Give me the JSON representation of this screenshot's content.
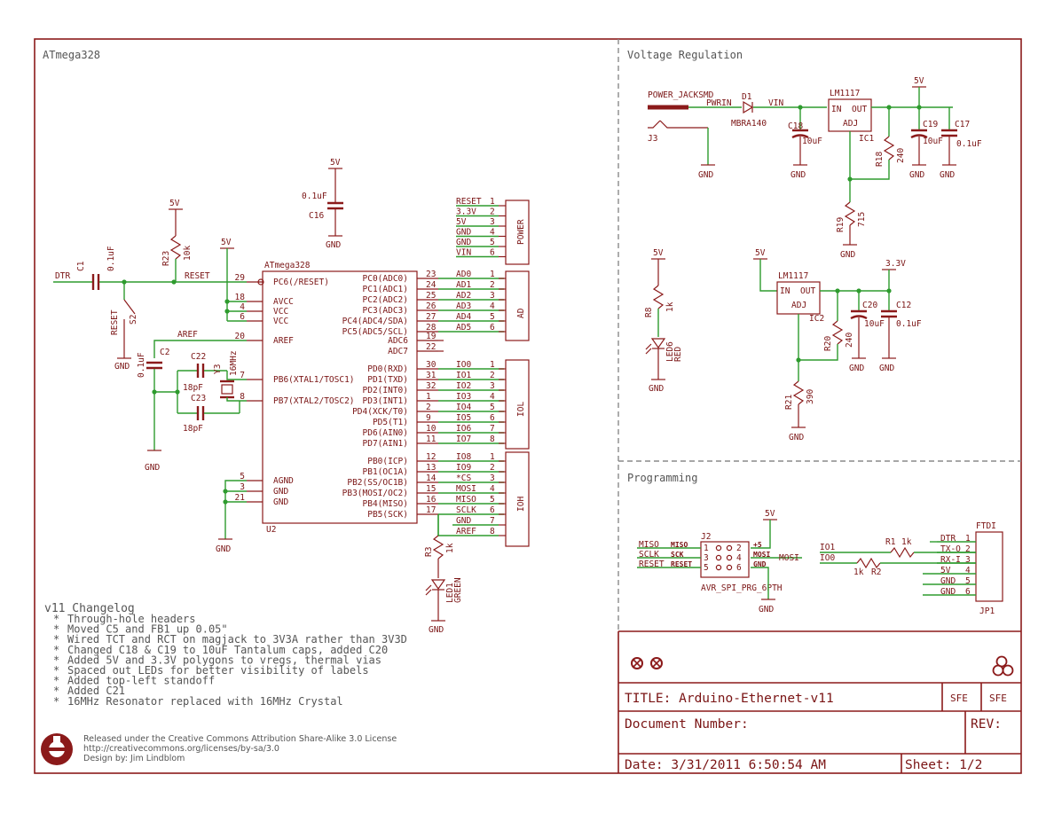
{
  "sections": {
    "atmega": "ATmega328",
    "vreg": "Voltage Regulation",
    "prog": "Programming"
  },
  "labels": {
    "v5": "5V",
    "v33": "3.3V",
    "gnd": "GND",
    "c1": "C1",
    "c1v": "0.1uF",
    "dtr": "DTR",
    "reset": "RESET",
    "s2": "S2",
    "r23": "R23",
    "r23v": "10k",
    "c2": "C2",
    "c2v": "0.1uF",
    "c22": "C22",
    "c23": "C23",
    "pf18": "18pF",
    "y3": "Y3",
    "mhz": "16MHz",
    "c16": "C16",
    "c16v": "0.1uF",
    "aref": "AREF",
    "r3": "R3",
    "r3v": "1k",
    "led1": "LED1",
    "green": "GREEN",
    "u2": "U2",
    "atmega328": "ATmega328"
  },
  "chip_left": [
    {
      "pin": "29",
      "name": "PC6(/RESET)"
    },
    {
      "pin": "18",
      "name": "AVCC"
    },
    {
      "pin": "4",
      "name": "VCC"
    },
    {
      "pin": "6",
      "name": "VCC"
    },
    {
      "pin": "20",
      "name": "AREF"
    },
    {
      "pin": "7",
      "name": "PB6(XTAL1/TOSC1)"
    },
    {
      "pin": "8",
      "name": "PB7(XTAL2/TOSC2)"
    },
    {
      "pin": "5",
      "name": "AGND"
    },
    {
      "pin": "3",
      "name": "GND"
    },
    {
      "pin": "21",
      "name": "GND"
    }
  ],
  "chip_right": [
    {
      "name": "PC0(ADC0)",
      "pin": "23",
      "net": "AD0"
    },
    {
      "name": "PC1(ADC1)",
      "pin": "24",
      "net": "AD1"
    },
    {
      "name": "PC2(ADC2)",
      "pin": "25",
      "net": "AD2"
    },
    {
      "name": "PC3(ADC3)",
      "pin": "26",
      "net": "AD3"
    },
    {
      "name": "PC4(ADC4/SDA)",
      "pin": "27",
      "net": "AD4"
    },
    {
      "name": "PC5(ADC5/SCL)",
      "pin": "28",
      "net": "AD5"
    },
    {
      "name": "ADC6",
      "pin": "19",
      "net": ""
    },
    {
      "name": "ADC7",
      "pin": "22",
      "net": ""
    },
    {
      "name": "PD0(RXD)",
      "pin": "30",
      "net": "IO0"
    },
    {
      "name": "PD1(TXD)",
      "pin": "31",
      "net": "IO1"
    },
    {
      "name": "PD2(INT0)",
      "pin": "32",
      "net": "IO2"
    },
    {
      "name": "PD3(INT1)",
      "pin": "1",
      "net": "IO3"
    },
    {
      "name": "PD4(XCK/T0)",
      "pin": "2",
      "net": "IO4"
    },
    {
      "name": "PD5(T1)",
      "pin": "9",
      "net": "IO5"
    },
    {
      "name": "PD6(AIN0)",
      "pin": "10",
      "net": "IO6"
    },
    {
      "name": "PD7(AIN1)",
      "pin": "11",
      "net": "IO7"
    },
    {
      "name": "PB0(ICP)",
      "pin": "12",
      "net": "IO8"
    },
    {
      "name": "PB1(OC1A)",
      "pin": "13",
      "net": "IO9"
    },
    {
      "name": "PB2(SS/OC1B)",
      "pin": "14",
      "net": "*CS"
    },
    {
      "name": "PB3(MOSI/OC2)",
      "pin": "15",
      "net": "MOSI"
    },
    {
      "name": "PB4(MISO)",
      "pin": "16",
      "net": "MISO"
    },
    {
      "name": "PB5(SCK)",
      "pin": "17",
      "net": "SCLK"
    }
  ],
  "headers": {
    "power": {
      "title": "POWER",
      "nets": [
        "RESET",
        "3.3V",
        "5V",
        "GND",
        "GND",
        "VIN"
      ],
      "pins": [
        "1",
        "2",
        "3",
        "4",
        "5",
        "6"
      ]
    },
    "ad": {
      "title": "AD",
      "pins": [
        "1",
        "2",
        "3",
        "4",
        "5",
        "6"
      ]
    },
    "iol": {
      "title": "IOL",
      "pins": [
        "1",
        "2",
        "3",
        "4",
        "5",
        "6",
        "7",
        "8"
      ]
    },
    "ioh": {
      "title": "IOH",
      "pins": [
        "1",
        "2",
        "3",
        "4",
        "5",
        "6",
        "7",
        "8"
      ],
      "extra_nets": [
        "GND",
        "AREF"
      ]
    }
  },
  "vreg": {
    "power_jack": "POWER_JACKSMD",
    "pwrin": "PWRIN",
    "vin": "VIN",
    "d1": "D1",
    "d1v": "MBRA140",
    "j3": "J3",
    "lm1117": "LM1117",
    "in": "IN",
    "out": "OUT",
    "adj": "ADJ",
    "ic1": "IC1",
    "ic2": "IC2",
    "c18": "C18",
    "c19": "C19",
    "c17": "C17",
    "c20": "C20",
    "c12": "C12",
    "uf10": "10uF",
    "uf01": "0.1uF",
    "r18": "R18",
    "r18v": "240",
    "r19": "R19",
    "r19v": "715",
    "r20": "R20",
    "r20v": "240",
    "r21": "R21",
    "r21v": "390",
    "r8": "R8",
    "r8v": "1k",
    "led6": "LED6",
    "red": "RED"
  },
  "prog": {
    "j2": "J2",
    "j2name": "AVR_SPI_PRG_6PTH",
    "left_nets": [
      "MISO",
      "SCLK",
      "RESET"
    ],
    "left_pins": [
      "MISO",
      "SCK",
      "RESET"
    ],
    "left_nums": [
      "1",
      "3",
      "5"
    ],
    "right_nums": [
      "2",
      "4",
      "6"
    ],
    "right_pins": [
      "+5",
      "MOSI",
      "GND"
    ],
    "mosi": "MOSI",
    "io1": "IO1",
    "io0": "IO0",
    "r1": "R1",
    "r1v": "1k",
    "r2": "R2",
    "r2v": "1k",
    "ftdi": "FTDI",
    "jp1": "JP1",
    "ftdi_nets": [
      "DTR",
      "TX-O",
      "RX-I",
      "5V",
      "GND",
      "GND"
    ],
    "ftdi_pins": [
      "1",
      "2",
      "3",
      "4",
      "5",
      "6"
    ]
  },
  "changelog": {
    "title": "v11 Changelog",
    "items": [
      "Through-hole headers",
      "Moved C5 and FB1 up 0.05\"",
      "Wired TCT and RCT on magjack to 3V3A rather than 3V3D",
      "Changed C18 & C19 to 10uF Tantalum caps, added C20",
      "Added 5V and 3.3V polygons to vregs, thermal vias",
      "Spaced out LEDs for better visibility of labels",
      "Added top-left standoff",
      "Added C21",
      "16MHz Resonator replaced with 16MHz Crystal"
    ],
    "bullet": "*"
  },
  "license": {
    "line1": "Released under the Creative Commons Attribution Share-Alike 3.0 License",
    "line2": "http://creativecommons.org/licenses/by-sa/3.0",
    "line3": "Design by:  Jim Lindblom"
  },
  "titleblock": {
    "title": "TITLE: Arduino-Ethernet-v11",
    "sfe": "SFE",
    "docnum": "Document Number:",
    "rev": "REV:",
    "date": "Date: 3/31/2011 6:50:54 AM",
    "sheet": "Sheet: 1/2"
  },
  "colors": {
    "frame": "#8b1a1a",
    "wire": "#2e9b2e",
    "text": "#7a1414"
  }
}
